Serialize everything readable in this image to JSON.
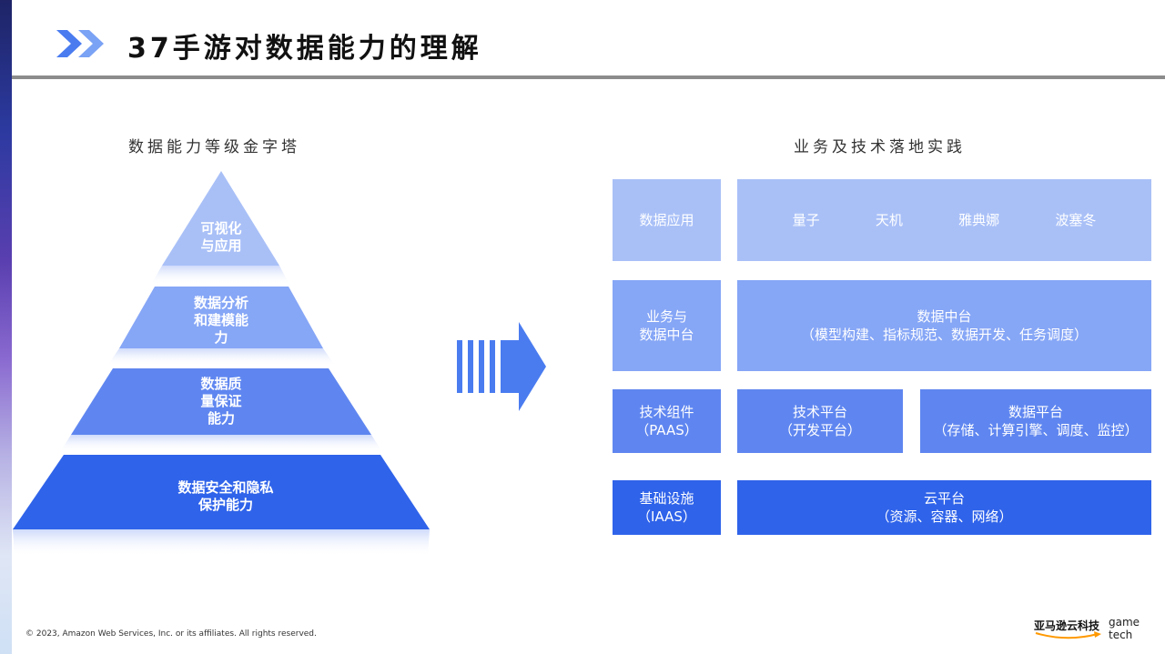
{
  "header": {
    "title": "37手游对数据能力的理解"
  },
  "pyramid": {
    "heading": "数据能力等级金字塔",
    "tiers": [
      {
        "label": "可视化\n与应用",
        "color": "#a9c0f7"
      },
      {
        "label": "数据分析\n和建模能\n力",
        "color": "#86a6f6"
      },
      {
        "label": "数据质\n量保证\n能力",
        "color": "#5f86f0"
      },
      {
        "label": "数据安全和隐私\n保护能力",
        "color": "#2f63ea"
      }
    ]
  },
  "practice": {
    "heading": "业务及技术落地实践",
    "rows": [
      {
        "label": "数据应用",
        "items": [
          "量子",
          "天机",
          "雅典娜",
          "波塞冬"
        ]
      },
      {
        "label": "业务与\n数据中台",
        "content": "数据中台\n（模型构建、指标规范、数据开发、任务调度）"
      },
      {
        "label": "技术组件\n（PAAS）",
        "blocks": [
          "技术平台\n（开发平台）",
          "数据平台\n（存储、计算引擎、调度、监控）"
        ]
      },
      {
        "label": "基础设施\n（IAAS）",
        "content": "云平台\n（资源、容器、网络）"
      }
    ]
  },
  "footer": {
    "copyright": "© 2023, Amazon Web Services, Inc. or its affiliates. All rights reserved.",
    "brand_cn": "亚马逊云科技",
    "brand_en": "game\ntech"
  },
  "colors": {
    "tier_light": "#a9c0f7",
    "tier_mid": "#86a6f6",
    "tier_strong": "#5f86f0",
    "tier_deep": "#2f63ea",
    "accent_arrow": "#4a7cf0",
    "brand_orange": "#ff9900"
  },
  "icons": {
    "title_marker": "double-chevron-right-icon",
    "flow_arrow": "striped-arrow-right-icon",
    "brand_smile": "amazon-smile-icon"
  }
}
